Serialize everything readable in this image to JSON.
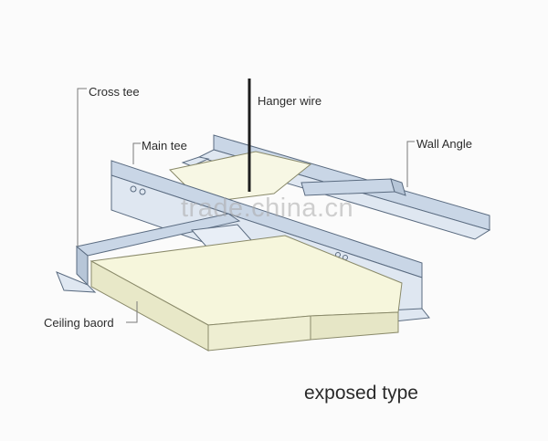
{
  "labels": {
    "cross_tee": "Cross tee",
    "hanger_wire": "Hanger wire",
    "main_tee": "Main tee",
    "wall_angle": "Wall Angle",
    "ceiling_board": "Ceiling baord"
  },
  "caption": "exposed type",
  "watermark": "trade.china.cn",
  "colors": {
    "rail_fill": "#c9d6e6",
    "rail_stroke": "#5a6b80",
    "board_top": "#f6f6dc",
    "board_side": "#e8e8c8",
    "wire": "#1d1d1d",
    "leader": "#7a7a7a"
  }
}
